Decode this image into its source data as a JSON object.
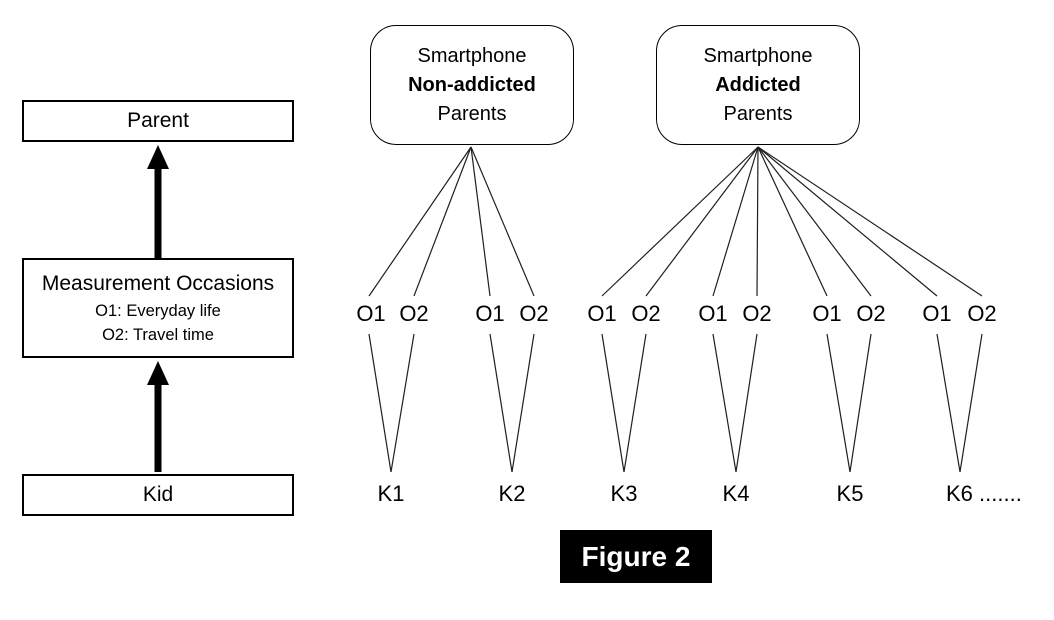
{
  "colors": {
    "ink": "#000000",
    "background": "#ffffff",
    "caption_bg": "#000000",
    "caption_text": "#ffffff"
  },
  "left_column": {
    "parent_label": "Parent",
    "measurement_title": "Measurement Occasions",
    "measurement_sub1": "O1: Everyday life",
    "measurement_sub2": "O2: Travel time",
    "kid_label": "Kid"
  },
  "parent_groups": [
    {
      "line1": "Smartphone",
      "line2": "Non-addicted",
      "line3": "Parents"
    },
    {
      "line1": "Smartphone",
      "line2": "Addicted",
      "line3": "Parents"
    }
  ],
  "occasion_labels": [
    "O1",
    "O2",
    "O1",
    "O2",
    "O1",
    "O2",
    "O1",
    "O2",
    "O1",
    "O2",
    "O1",
    "O2"
  ],
  "kid_labels": [
    "K1",
    "K2",
    "K3",
    "K4",
    "K5",
    "K6 ......."
  ],
  "caption": "Figure 2"
}
